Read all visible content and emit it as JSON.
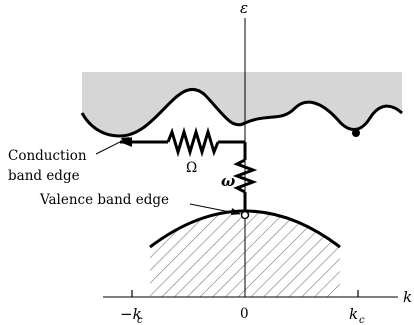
{
  "axes": {
    "vertical_label": "ε",
    "horizontal_label": "k"
  },
  "ticks": {
    "left": {
      "base": "−k",
      "sub": "c"
    },
    "origin": "0",
    "right": {
      "base": "k",
      "sub": "c"
    }
  },
  "labels": {
    "conduction_line1": "Conduction",
    "conduction_line2": "band edge",
    "valence": "Valence band edge",
    "omega_lower": "ω",
    "omega_upper": "Ω"
  },
  "colors": {
    "conduction_fill": "#d6d6d6",
    "curve": "#000000",
    "hatch": "#777777"
  }
}
